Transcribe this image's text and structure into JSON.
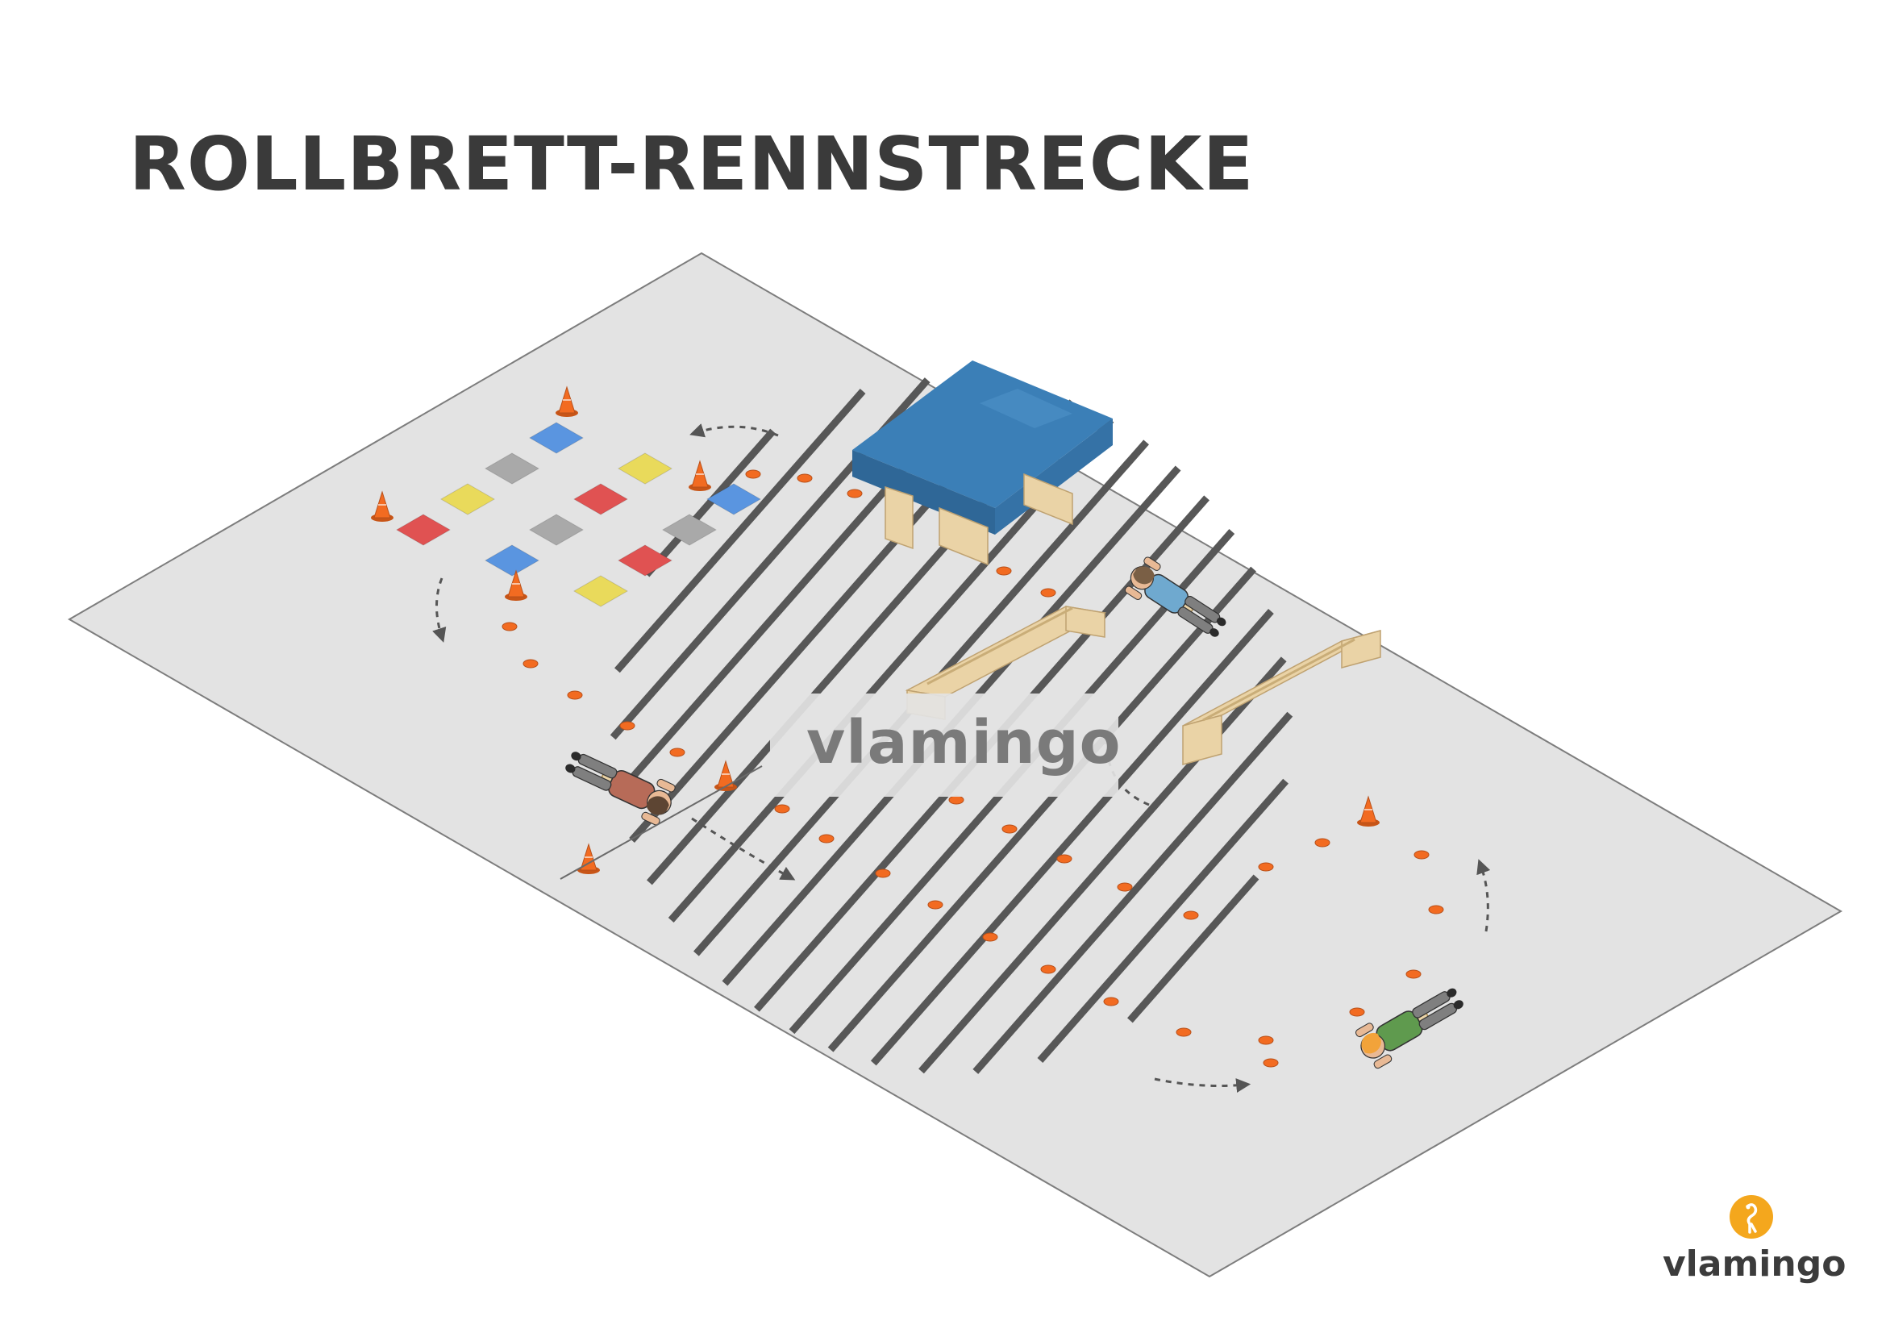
{
  "title": "ROLLBRETT-RENNSTRECKE",
  "watermark": "vlamingo",
  "brand": {
    "name": "vlamingo",
    "icon": "flamingo-logo-icon",
    "icon_color": "#f4a71d"
  },
  "colors": {
    "floor": "#e3e3e3",
    "floor_edge": "#7d7d7d",
    "stripe": "#575757",
    "cone": "#f26b21",
    "mat": "#3b7fb7",
    "bench": "#ead3a6",
    "tile_red": "#e05252",
    "tile_blue": "#5a95e0",
    "tile_yellow": "#e9da5b",
    "tile_gray": "#a9a9a9"
  },
  "tile_grid": [
    [
      "blue",
      "yellow",
      "blue"
    ],
    [
      "gray",
      "red",
      "gray"
    ],
    [
      "yellow",
      "gray",
      "red"
    ],
    [
      "red",
      "blue",
      "yellow"
    ]
  ],
  "players": [
    {
      "shirt": "#6fa9cf",
      "hair": "#7a5f45"
    },
    {
      "shirt": "#b76b58",
      "hair": "#5d4533"
    },
    {
      "shirt": "#5f9a4e",
      "hair": "#f2a33a"
    }
  ]
}
